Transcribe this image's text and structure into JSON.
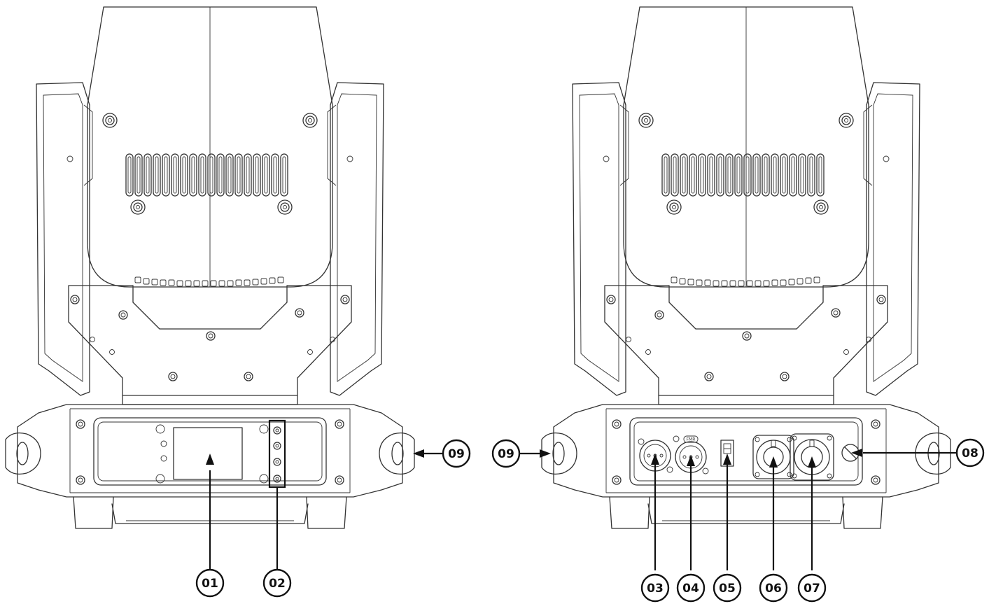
{
  "diagram": {
    "callouts": {
      "c01": "01",
      "c02": "02",
      "c03": "03",
      "c04": "04",
      "c05": "05",
      "c06": "06",
      "c07": "07",
      "c08": "08",
      "c09_left": "09",
      "c09_right": "09"
    },
    "connector_mark": "FMR"
  }
}
